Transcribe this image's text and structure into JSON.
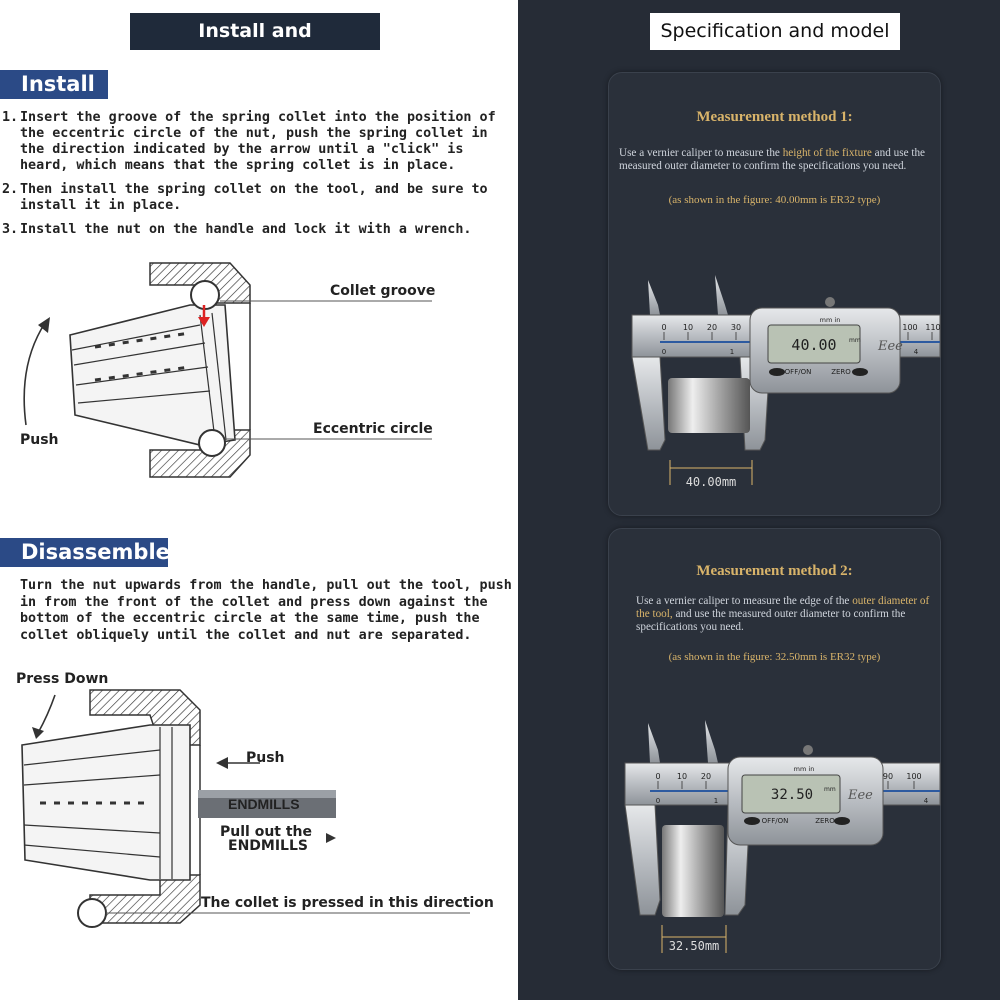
{
  "left": {
    "header": "Install and Disassemble",
    "install": {
      "title": "Install",
      "steps": [
        {
          "num": "1.",
          "text": "Insert the groove of the spring collet into the position of the eccentric circle of the nut, push the spring collet in the direction indicated by the arrow until a \"click\" is heard, which means that the spring collet is in place."
        },
        {
          "num": "2.",
          "text": "Then install the spring collet on the tool, and be sure to install it in place."
        },
        {
          "num": "3.",
          "text": "Install the nut on the handle and lock it with a wrench."
        }
      ],
      "labels": {
        "collet_groove": "Collet groove",
        "eccentric_circle": "Eccentric circle",
        "push": "Push"
      }
    },
    "disassemble": {
      "title": "Disassemble",
      "text": "Turn the nut upwards from the handle, pull out the tool, push in from the front of the collet and press down against the bottom of the eccentric circle at the same time, push the collet obliquely until the collet and nut are separated.",
      "labels": {
        "press_down": "Press Down",
        "push": "Push",
        "endmills": "ENDMILLS",
        "pull_out": "Pull out the",
        "pull_out_2": "ENDMILLS",
        "pressed": "The collet is pressed in this direction"
      }
    }
  },
  "right": {
    "header": "Specification and model",
    "method1": {
      "title": "Measurement method 1:",
      "desc_a": "Use a vernier caliper to measure the ",
      "desc_hl": "height of the fixture",
      "desc_b": " and use the measured outer diameter to confirm the specifications you need.",
      "note": "(as shown in the figure: 40.00mm is ER32 type)",
      "reading": "40.00",
      "unit": "mm",
      "dim": "40.00mm",
      "scale": [
        "0",
        "10",
        "20",
        "30",
        "100",
        "110"
      ],
      "sub_scale": [
        "0",
        "1",
        "4"
      ],
      "brand": "Eee",
      "btn_off": "OFF/ON",
      "btn_zero": "ZERO",
      "units_top": "mm in"
    },
    "method2": {
      "title": "Measurement method 2:",
      "desc_a": "Use a vernier caliper to measure the edge of the ",
      "desc_hl": "outer diameter of the tool,",
      "desc_b": " and use the measured outer diameter to confirm the specifications you need.",
      "note": "(as shown in the figure: 32.50mm is ER32 type)",
      "reading": "32.50",
      "unit": "mm",
      "dim": "32.50mm",
      "scale": [
        "0",
        "10",
        "20",
        "90",
        "100"
      ],
      "sub_scale": [
        "0",
        "1",
        "4"
      ],
      "brand": "Eee",
      "btn_off": "OFF/ON",
      "btn_zero": "ZERO",
      "units_top": "mm in"
    }
  },
  "colors": {
    "navy": "#2b4a86",
    "dark_bg": "#262c36",
    "gold": "#d9b46a",
    "lcd": "#b9c2b4"
  }
}
